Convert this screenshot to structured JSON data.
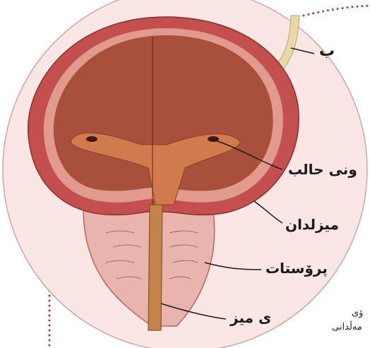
{
  "colors": {
    "circle_bg": "#fbe6e6",
    "circle_stroke": "#c9a7a7",
    "dot_accent": "#a13a4f",
    "bladder_wall": "#c44f4f",
    "bladder_interior": "#a8503b",
    "prostate": "#eab4ae",
    "ureter": "#e9d9a8",
    "urethra": "#c5834c"
  },
  "labels": {
    "ureter": "ب",
    "ureter_opening": "ونی حالب",
    "bladder": "میزلدان",
    "prostate": "پرۆستات",
    "urethra": "ی میز",
    "side_note_line1": "ۆی",
    "side_note_line2": "مەڵدانی"
  }
}
